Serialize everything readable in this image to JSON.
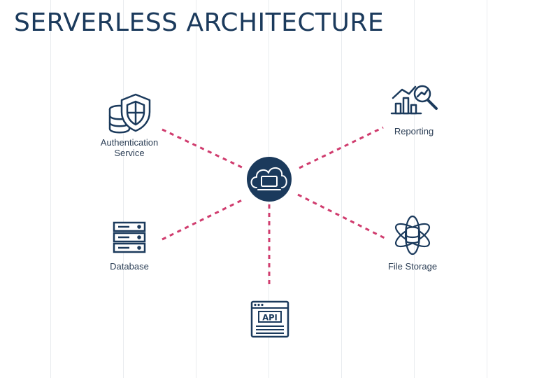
{
  "title": "SERVERLESS ARCHITECTURE",
  "colors": {
    "title": "#1b3a5c",
    "icon": "#1b3a5c",
    "connector": "#d03c6e",
    "hub_fill": "#1b3a5c",
    "gridline": "#e9ecef"
  },
  "hub": {
    "icon": "cloud-laptop-icon"
  },
  "nodes": {
    "auth": {
      "label_line1": "Authentication",
      "label_line2": "Service",
      "icon": "shield-database-icon"
    },
    "reporting": {
      "label": "Reporting",
      "icon": "chart-magnifier-icon"
    },
    "database": {
      "label": "Database",
      "icon": "server-rack-icon"
    },
    "file_storage": {
      "label": "File Storage",
      "icon": "atom-database-icon"
    },
    "api": {
      "label": "API",
      "icon": "api-window-icon"
    }
  }
}
